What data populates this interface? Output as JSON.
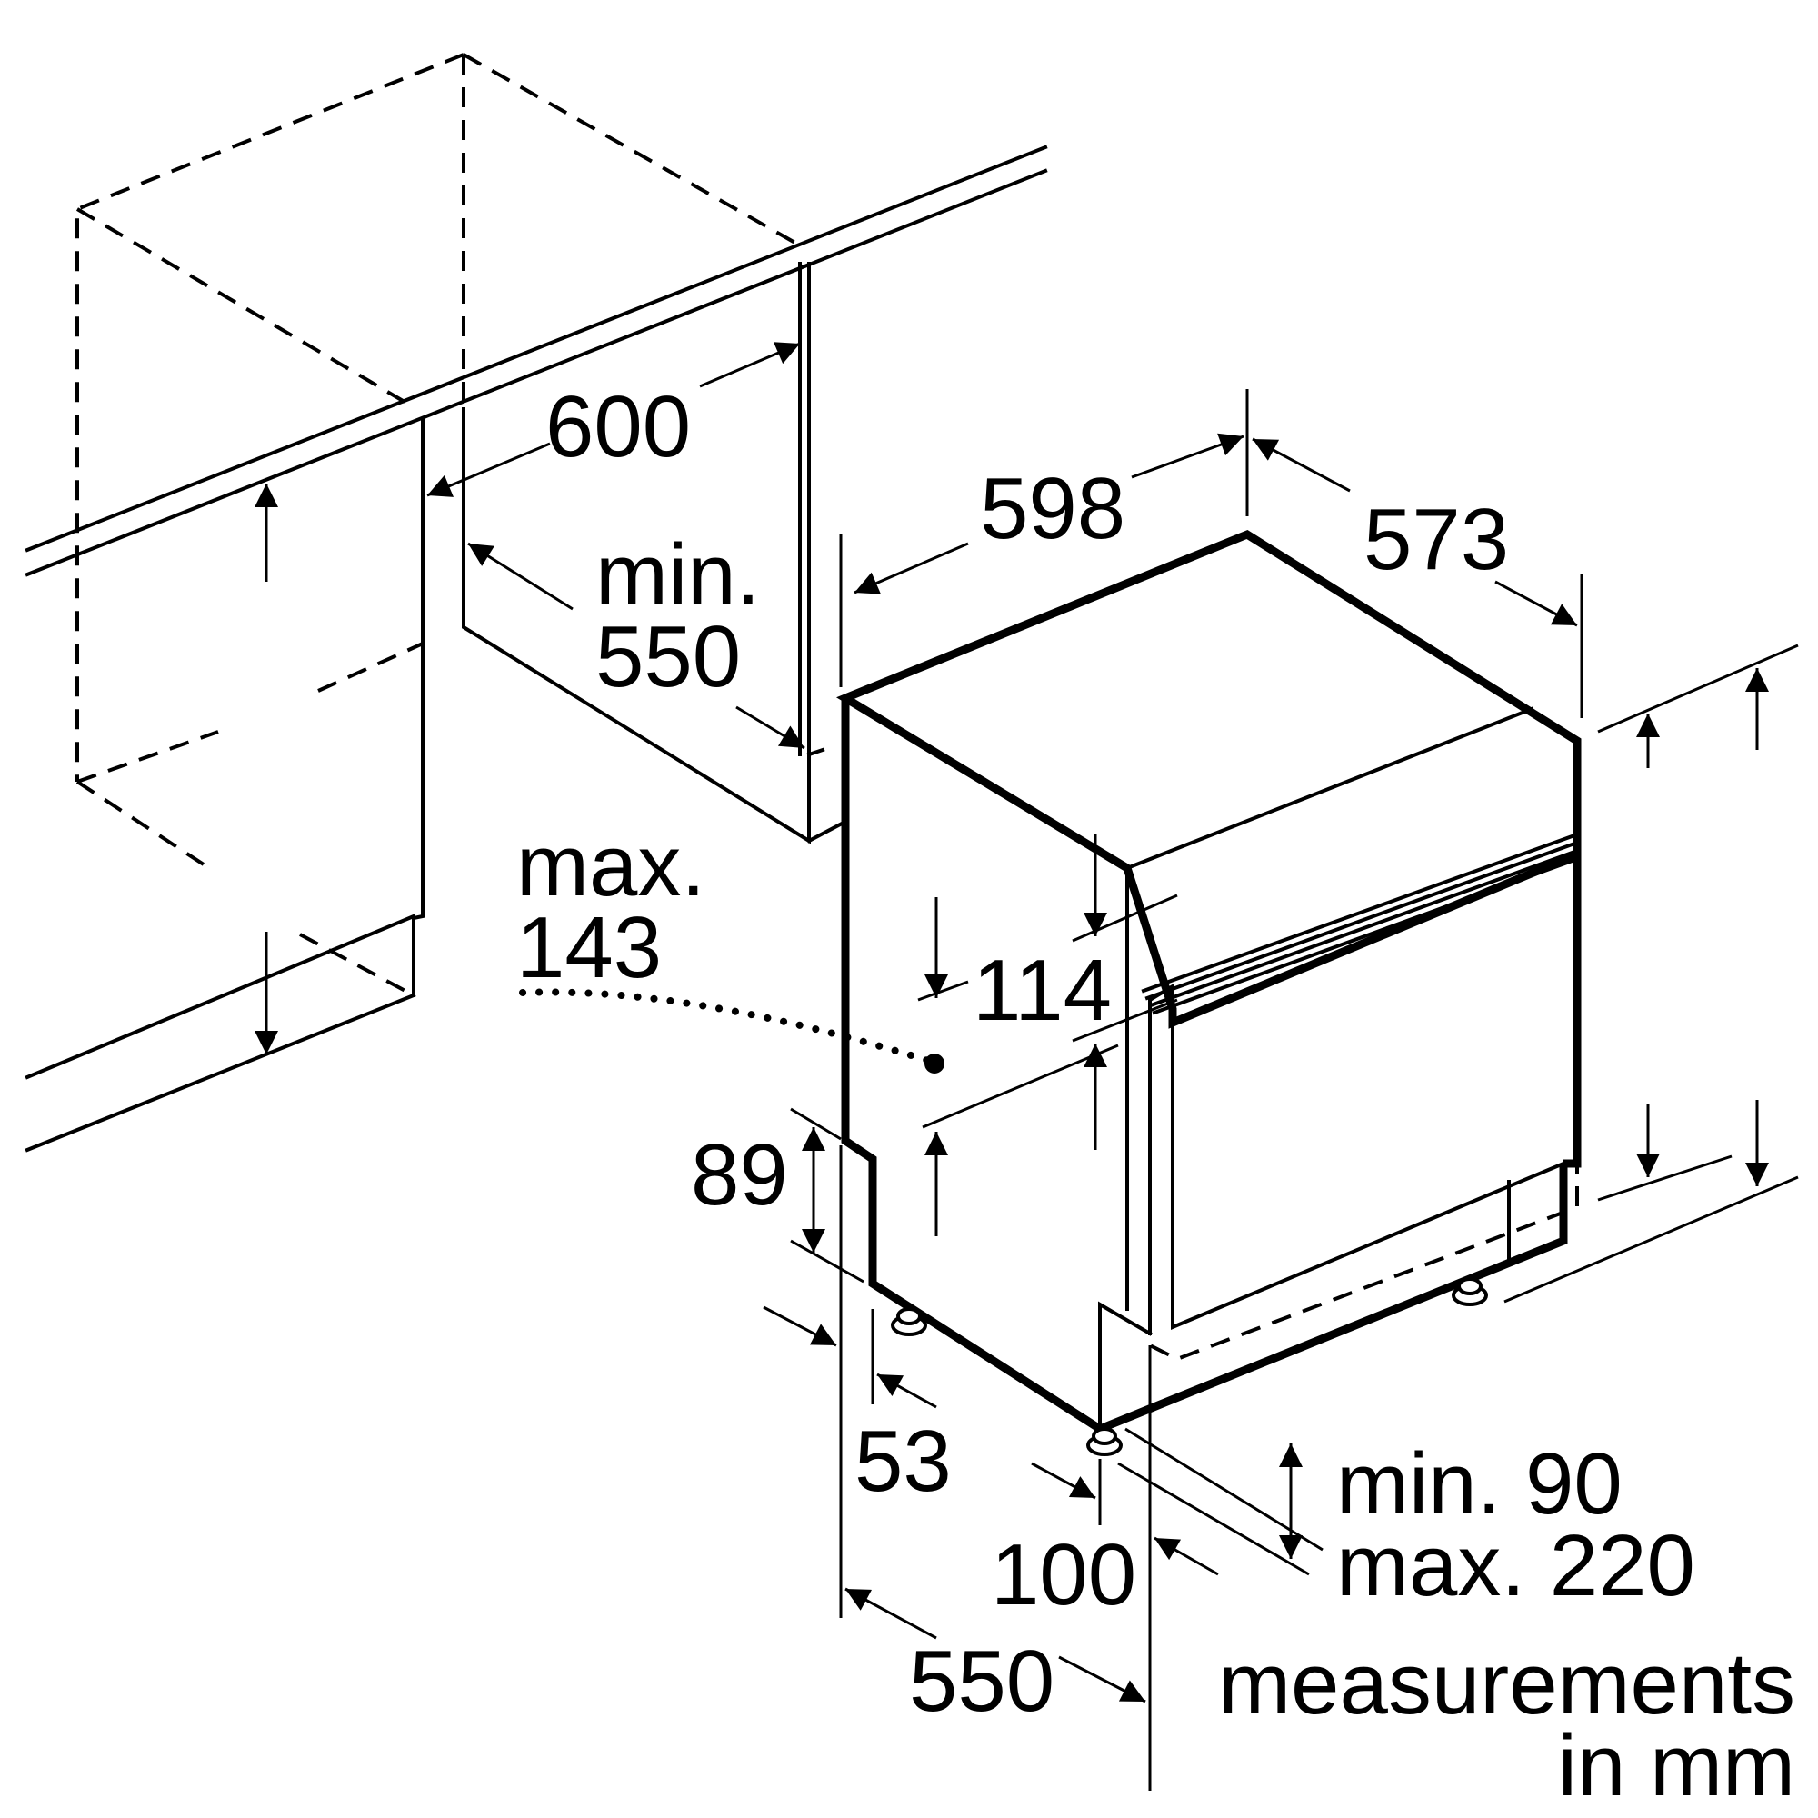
{
  "dimensions": {
    "niche_width": "600",
    "niche_depth_min": "min.",
    "niche_depth_value": "550",
    "appliance_width": "598",
    "appliance_depth": "573",
    "max_label": "max.",
    "max_value": "143",
    "panel_height": "114",
    "plinth_recess": "89",
    "plinth_depth": "53",
    "foot_offset": "100",
    "door_depth": "550",
    "plinth_height_min": "min. 90",
    "plinth_height_max": "max. 220"
  },
  "note": {
    "line1": "measurements",
    "line2": "in mm"
  }
}
